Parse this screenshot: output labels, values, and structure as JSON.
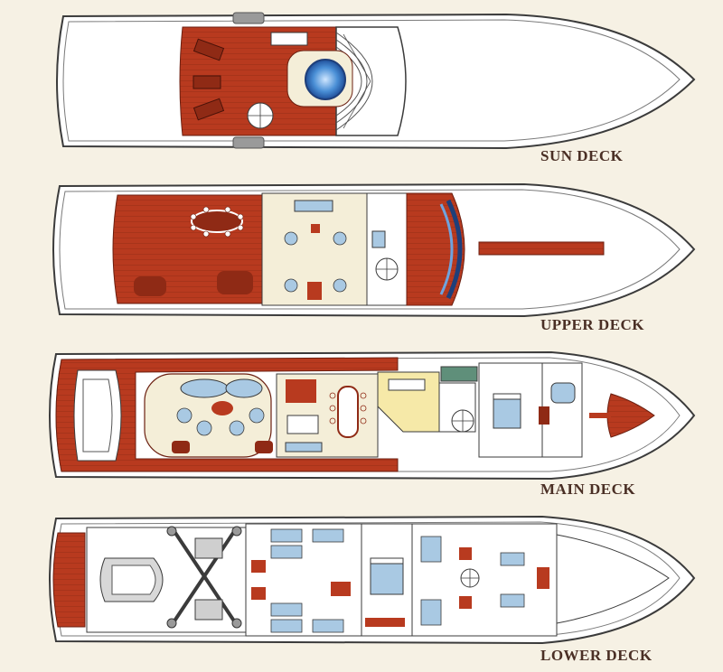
{
  "decks": [
    {
      "id": "sun",
      "label": "SUN DECK"
    },
    {
      "id": "upper",
      "label": "UPPER DECK"
    },
    {
      "id": "main",
      "label": "MAIN DECK"
    },
    {
      "id": "lower",
      "label": "LOWER DECK"
    }
  ],
  "colors": {
    "background": "#f6f1e4",
    "hull_fill": "#ffffff",
    "hull_stroke": "#3b3b3b",
    "teak": "#b83a1f",
    "teak_dark": "#8f2a15",
    "furniture_blue": "#a9c9e3",
    "glass_blue": "#3a78c0",
    "cream_floor": "#f4eed8",
    "yellow_floor": "#f6e9a8",
    "green_accent": "#5f8f7a",
    "label_text": "#4a2f25"
  }
}
